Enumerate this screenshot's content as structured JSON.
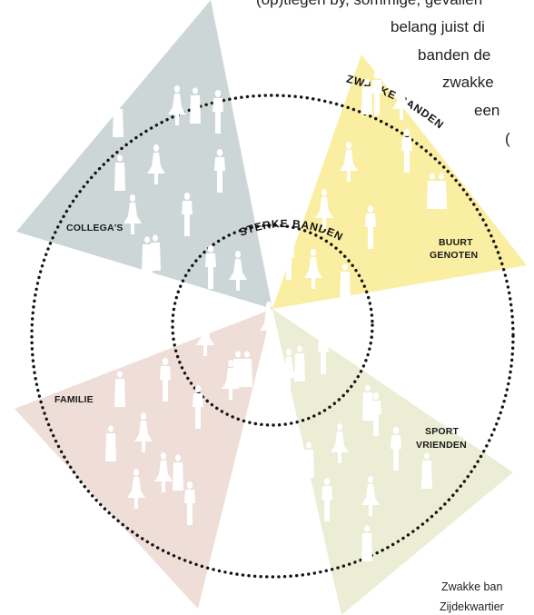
{
  "colors": {
    "collegas": "#c9d3d3",
    "buurtgenoten": "#f9eb92",
    "familie": "#ecd7d1",
    "sportvrienden": "#e7eacc",
    "ring": "#141414",
    "figure": "#ffffff"
  },
  "body_text": [
    "(op)tiegen by, sommige, gevallen",
    "belang juist di",
    "banden de",
    "zwakke",
    "een",
    "("
  ],
  "rings": {
    "outer_label": "ZWAKKE BANDEN",
    "inner_label": "STERKE BANDEN"
  },
  "segments": {
    "collegas": "COLLEGA'S",
    "buurtgenoten_line1": "BUURT",
    "buurtgenoten_line2": "GENOTEN",
    "familie": "FAMILIE",
    "sportvrienden_line1": "SPORT",
    "sportvrienden_line2": "VRIENDEN"
  },
  "caption": {
    "line1": "Zwakke ban",
    "line2": "Zijdekwartier"
  },
  "figure_icons": "person-silhouette-icon"
}
